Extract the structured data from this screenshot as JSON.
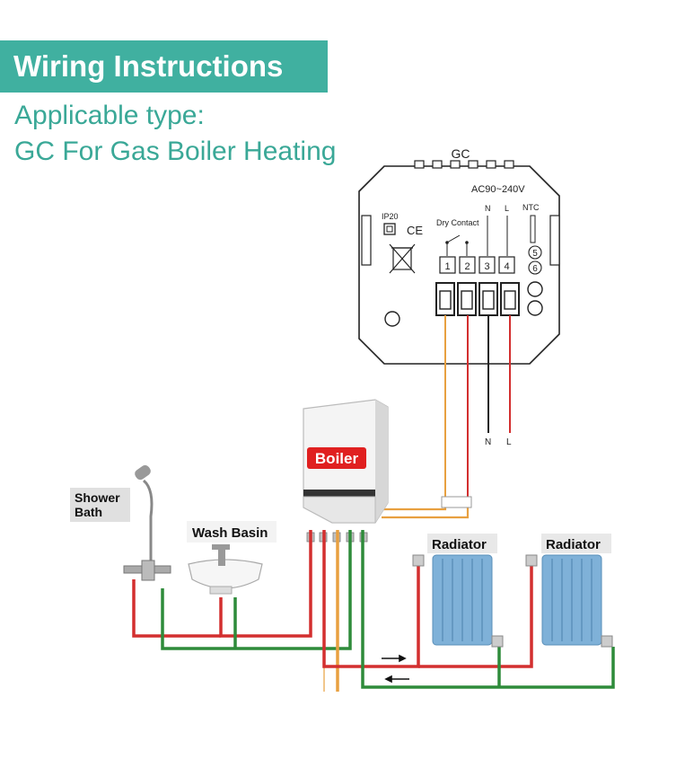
{
  "header": {
    "title": "Wiring Instructions",
    "applicable_label": "Applicable type:",
    "applicable_value": "GC For Gas Boiler Heating"
  },
  "thermostat": {
    "model": "GC",
    "voltage": "AC90~240V",
    "ip_rating": "IP20",
    "ce_mark": "CE",
    "dry_contact_label": "Dry Contact",
    "n_label": "N",
    "l_label": "L",
    "ntc_label": "NTC",
    "terminals": [
      "1",
      "2",
      "3",
      "4"
    ],
    "ntc_terminals": [
      "5",
      "6"
    ]
  },
  "wire_labels": {
    "neutral": "N",
    "live": "L"
  },
  "boiler": {
    "label": "Boiler"
  },
  "fixtures": {
    "shower_line1": "Shower",
    "shower_line2": "Bath",
    "wash_basin": "Wash Basin",
    "radiator_1": "Radiator",
    "radiator_2": "Radiator"
  },
  "colors": {
    "accent": "#40b0a0",
    "hot_pipe": "#d32f2f",
    "return_pipe": "#2e8b3a",
    "gas_pipe": "#e8a040",
    "boiler_badge": "#e02020",
    "radiator": "#7fb1d8"
  }
}
